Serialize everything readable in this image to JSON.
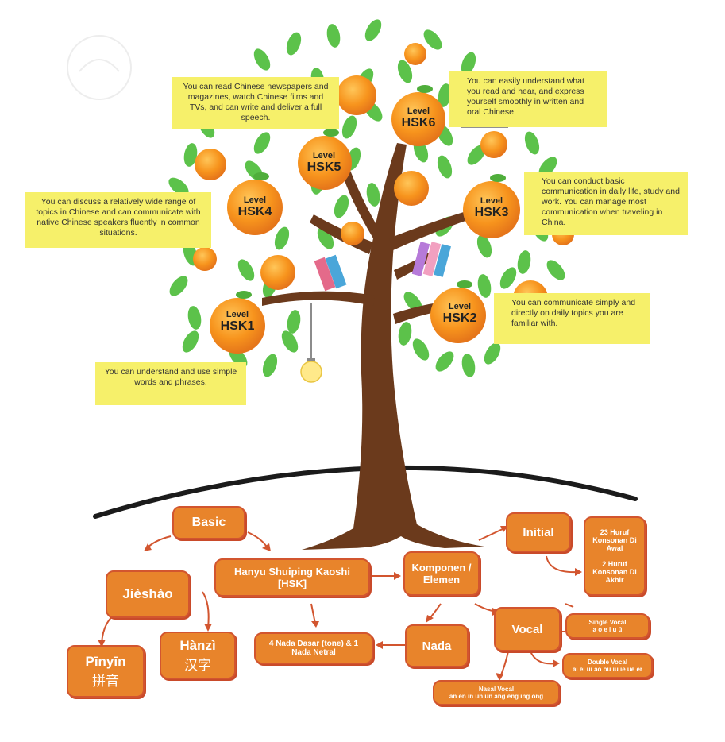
{
  "levels": [
    {
      "level_word": "Level",
      "name": "HSK6"
    },
    {
      "level_word": "Level",
      "name": "HSK5"
    },
    {
      "level_word": "Level",
      "name": "HSK4"
    },
    {
      "level_word": "Level",
      "name": "HSK3"
    },
    {
      "level_word": "Level",
      "name": "HSK2"
    },
    {
      "level_word": "Level",
      "name": "HSK1"
    }
  ],
  "notes": {
    "hsk6": "You can read Chinese newspapers and magazines, watch Chinese films and TVs, and can write and deliver a full speech.",
    "hsk5": "You can easily understand what you read and hear, and express yourself smoothly in written and oral Chinese.",
    "hsk4": "You can discuss a relatively wide range of topics in Chinese and can communicate with native Chinese speakers fluently in common situations.",
    "hsk3": "You can conduct basic communication in daily life, study and work. You can manage most communication when traveling in China.",
    "hsk2": "You can communicate simply and directly on daily topics you are familiar with.",
    "hsk1": "You can understand and use simple words and phrases."
  },
  "boxes": {
    "basic": "Basic",
    "jieshao": "Jièshào",
    "pinyin": "Pīnyīn",
    "pinyin_cn": "拼音",
    "hanzi": "Hànzì",
    "hanzi_cn": "汉字",
    "hsk": "Hanyu Shuiping Kaoshi [HSK]",
    "komponen": "Komponen / Elemen",
    "initial": "Initial",
    "konsonan_awal": "23 Huruf Konsonan Di Awal",
    "konsonan_akhir": "2 Huruf Konsonan Di Akhir",
    "nada": "Nada",
    "nada_dasar": "4 Nada Dasar (tone) & 1 Nada Netral",
    "vocal": "Vocal",
    "single_vocal": "Single Vocal",
    "single_vocal_list": "a o e i u ü",
    "double_vocal": "Double Vocal",
    "double_vocal_list": "ai ei ui ao ou iu ie üe er",
    "nasal_vocal": "Nasal Vocal",
    "nasal_vocal_list": "an en in un ün ang eng ing ong"
  },
  "colors": {
    "note_bg": "#f6f06a",
    "orange_fruit": "#f39a1e",
    "trunk": "#6b3a1c",
    "leaf": "#5cc24a",
    "box_fill": "#e8842b",
    "box_border": "#d2552f"
  },
  "icons": [
    "light-bulb-icon",
    "books-icon"
  ]
}
